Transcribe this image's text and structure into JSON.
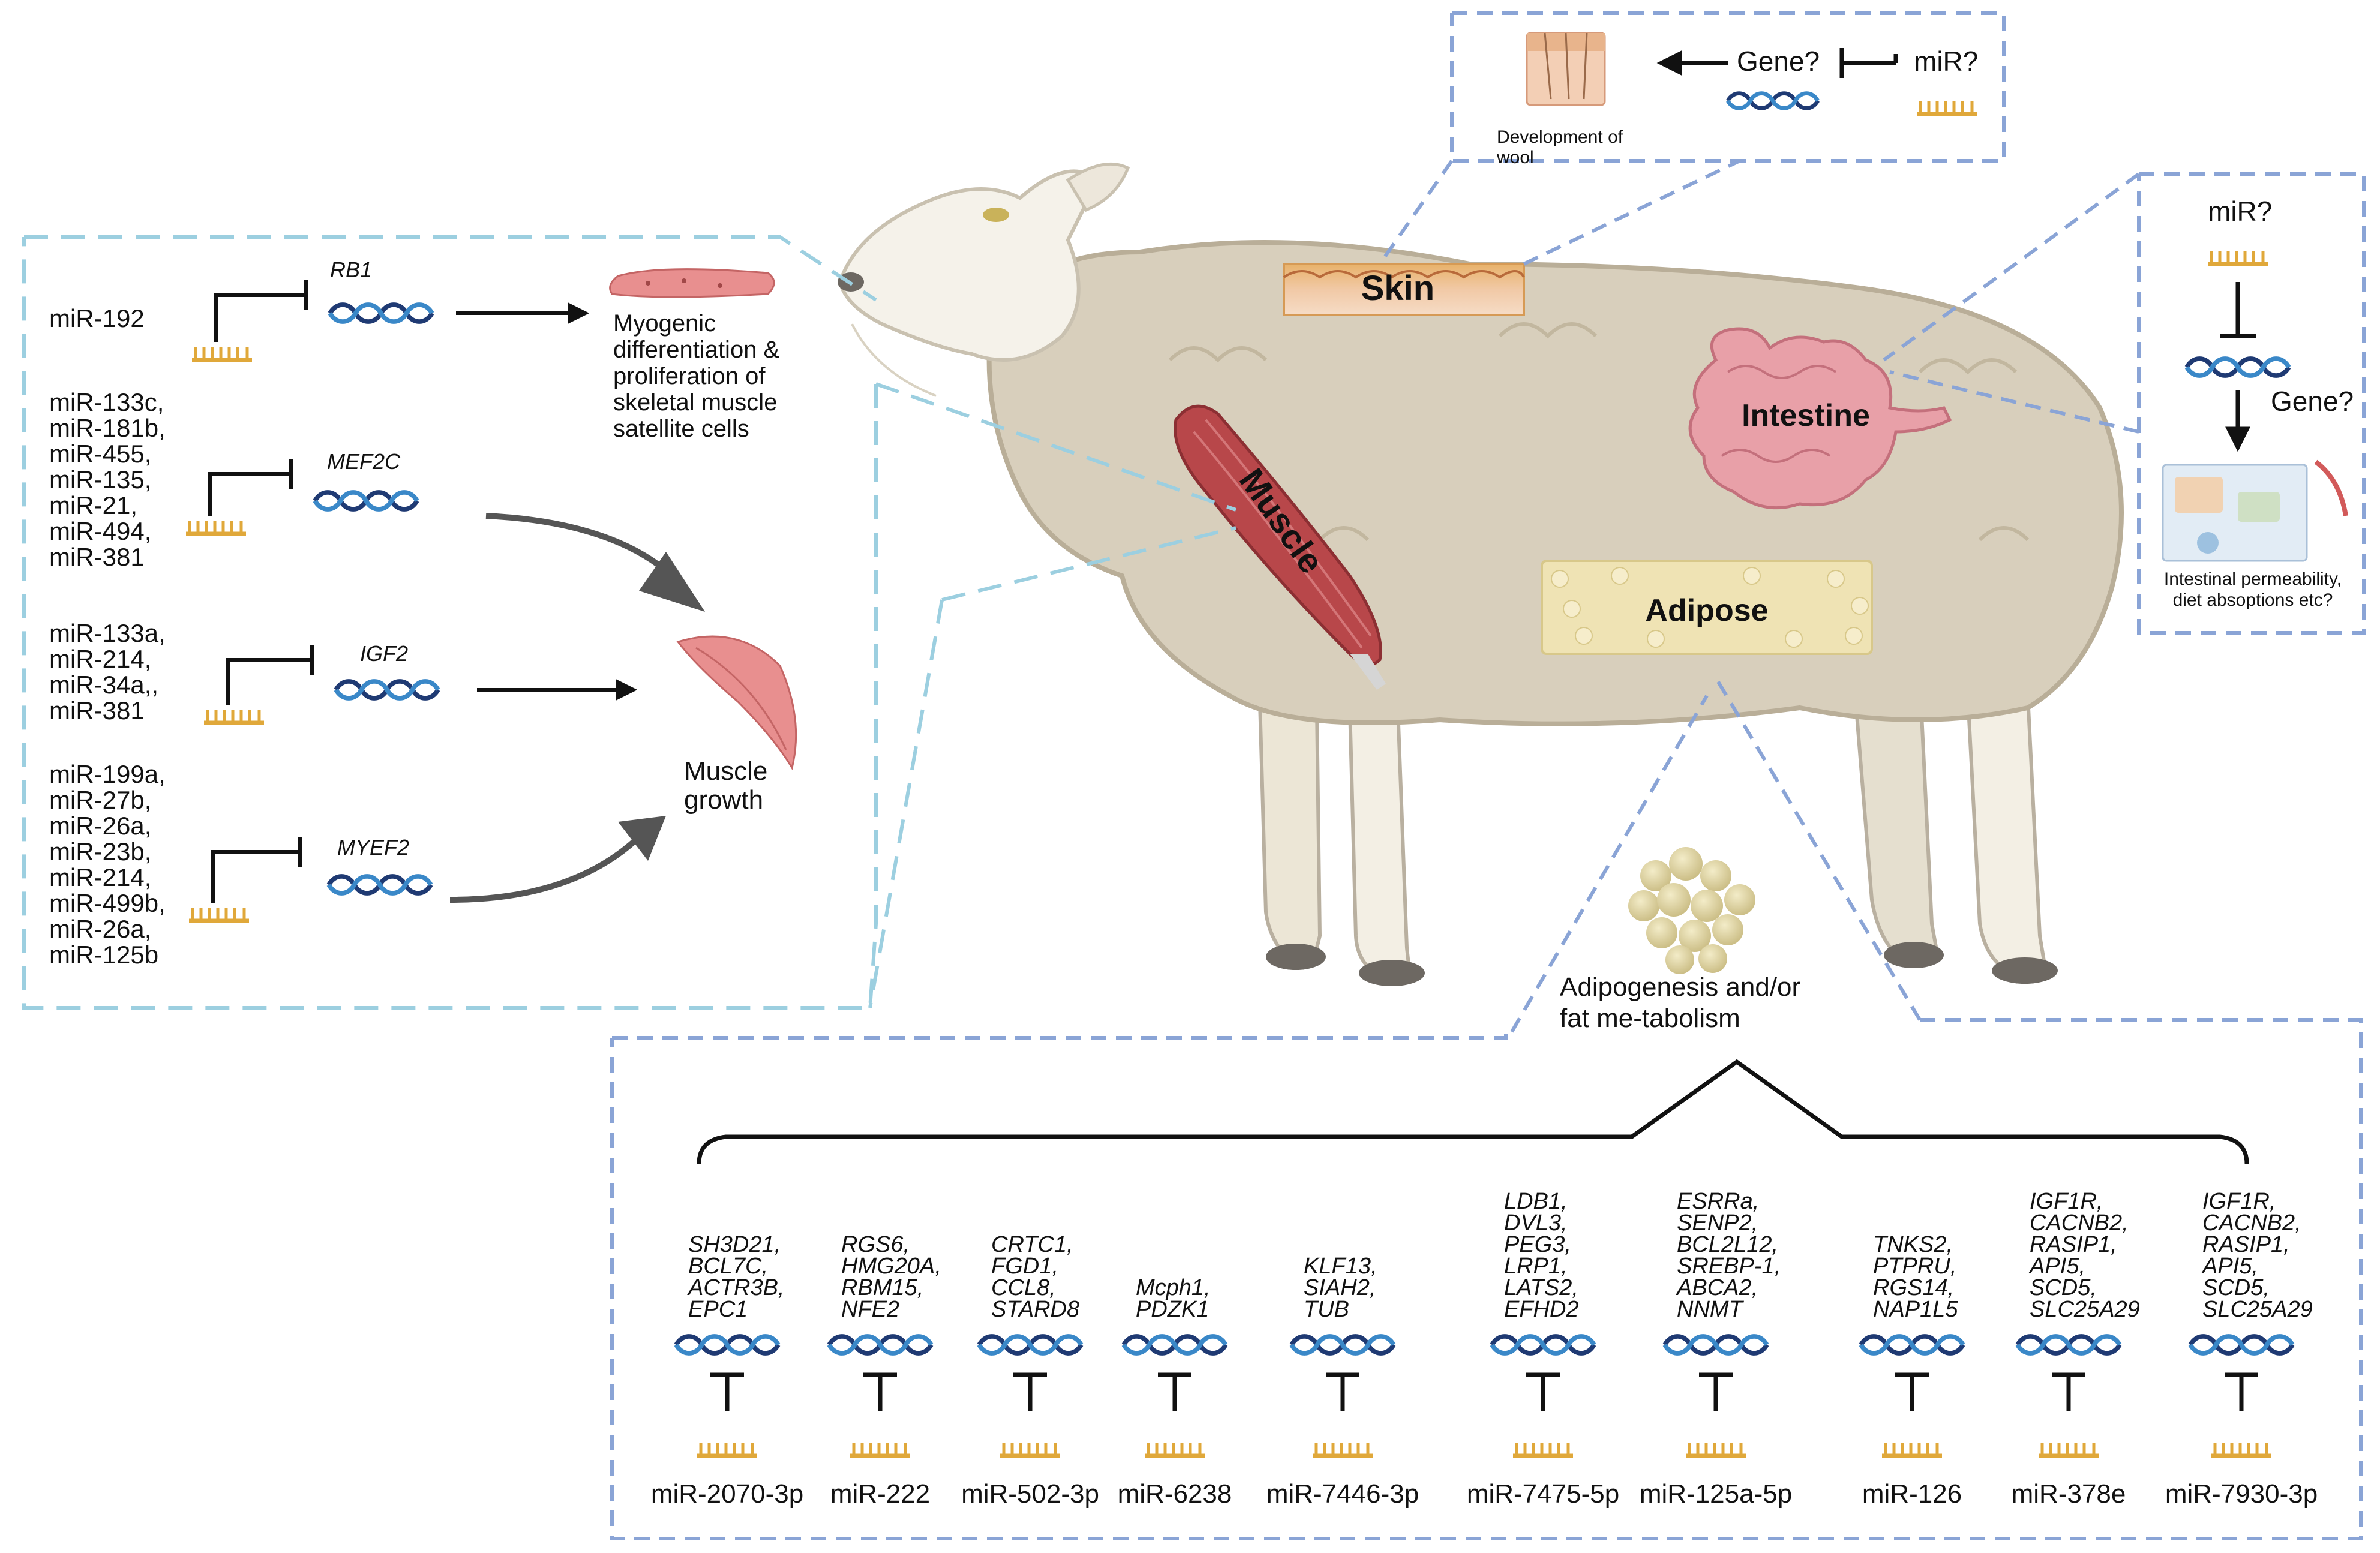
{
  "skin_panel": {
    "caption_line1": "Development of",
    "caption_line2": "wool",
    "gene_label": "Gene?",
    "mir_label": "miR?"
  },
  "intestine_panel": {
    "mir_label": "miR?",
    "gene_label": "Gene?",
    "caption_line1": "Intestinal permeability,",
    "caption_line2": "diet absoptions etc?"
  },
  "organs": {
    "skin": "Skin",
    "intestine": "Intestine",
    "muscle": "Muscle",
    "adipose": "Adipose"
  },
  "muscle_panel": {
    "rows": [
      {
        "mirs": [
          "miR-192"
        ],
        "gene": "RB1"
      },
      {
        "mirs": [
          "miR-133c,",
          "miR-181b,",
          "miR-455,",
          "miR-135,",
          "miR-21,",
          "miR-494,",
          "miR-381"
        ],
        "gene": "MEF2C"
      },
      {
        "mirs": [
          "miR-133a,",
          "miR-214,",
          "miR-34a,,",
          "miR-381"
        ],
        "gene": "IGF2"
      },
      {
        "mirs": [
          "miR-199a,",
          "miR-27b,",
          "miR-26a,",
          "miR-23b,",
          "miR-214,",
          "miR-499b,",
          "miR-26a,",
          "miR-125b"
        ],
        "gene": "MYEF2"
      }
    ],
    "outcome_myogenic": [
      "Myogenic",
      "differentiation &",
      "proliferation of",
      "skeletal muscle",
      "satellite cells"
    ],
    "outcome_growth": [
      "Muscle",
      "growth"
    ]
  },
  "adipose_panel": {
    "title": [
      "Adipogenesis and/or",
      "fat me-tabolism"
    ],
    "columns": [
      {
        "mir": "miR-2070-3p",
        "genes": [
          "SH3D21,",
          "BCL7C,",
          "ACTR3B,",
          "EPC1"
        ]
      },
      {
        "mir": "miR-222",
        "genes": [
          "RGS6,",
          "HMG20A,",
          "RBM15,",
          "NFE2"
        ]
      },
      {
        "mir": "miR-502-3p",
        "genes": [
          "CRTC1,",
          "FGD1,",
          "CCL8,",
          "STARD8"
        ]
      },
      {
        "mir": "miR-6238",
        "genes": [
          "Mcph1,",
          "PDZK1"
        ]
      },
      {
        "mir": "miR-7446-3p",
        "genes": [
          "KLF13,",
          "SIAH2,",
          "TUB"
        ]
      },
      {
        "mir": "miR-7475-5p",
        "genes": [
          "LDB1,",
          "DVL3,",
          "PEG3,",
          "LRP1,",
          "LATS2,",
          "EFHD2"
        ]
      },
      {
        "mir": "miR-125a-5p",
        "genes": [
          "ESRRa,",
          "SENP2,",
          "BCL2L12,",
          "SREBP-1,",
          "ABCA2,",
          "NNMT"
        ]
      },
      {
        "mir": "miR-126",
        "genes": [
          "TNKS2,",
          "PTPRU,",
          "RGS14,",
          "NAP1L5"
        ]
      },
      {
        "mir": "miR-378e",
        "genes": [
          "IGF1R,",
          "CACNB2,",
          "RASIP1,",
          "API5,",
          "SCD5,",
          "SLC25A29"
        ]
      },
      {
        "mir": "miR-7930-3p",
        "genes": [
          "IGF1R,",
          "CACNB2,",
          "RASIP1,",
          "API5,",
          "SCD5,",
          "SLC25A29"
        ]
      }
    ]
  },
  "colors": {
    "dna_dark": "#1f3a73",
    "dna_light": "#3a88c8",
    "mirna": "#e0a83a",
    "dash_blue": "#8aa4d6",
    "dash_lightblue": "#9ccfe0",
    "sheep_wool": "#d8cfbc",
    "muscle_red": "#b8474a",
    "intestine_pink": "#e8a0a8",
    "adipose_yellow": "#efe3b4"
  }
}
